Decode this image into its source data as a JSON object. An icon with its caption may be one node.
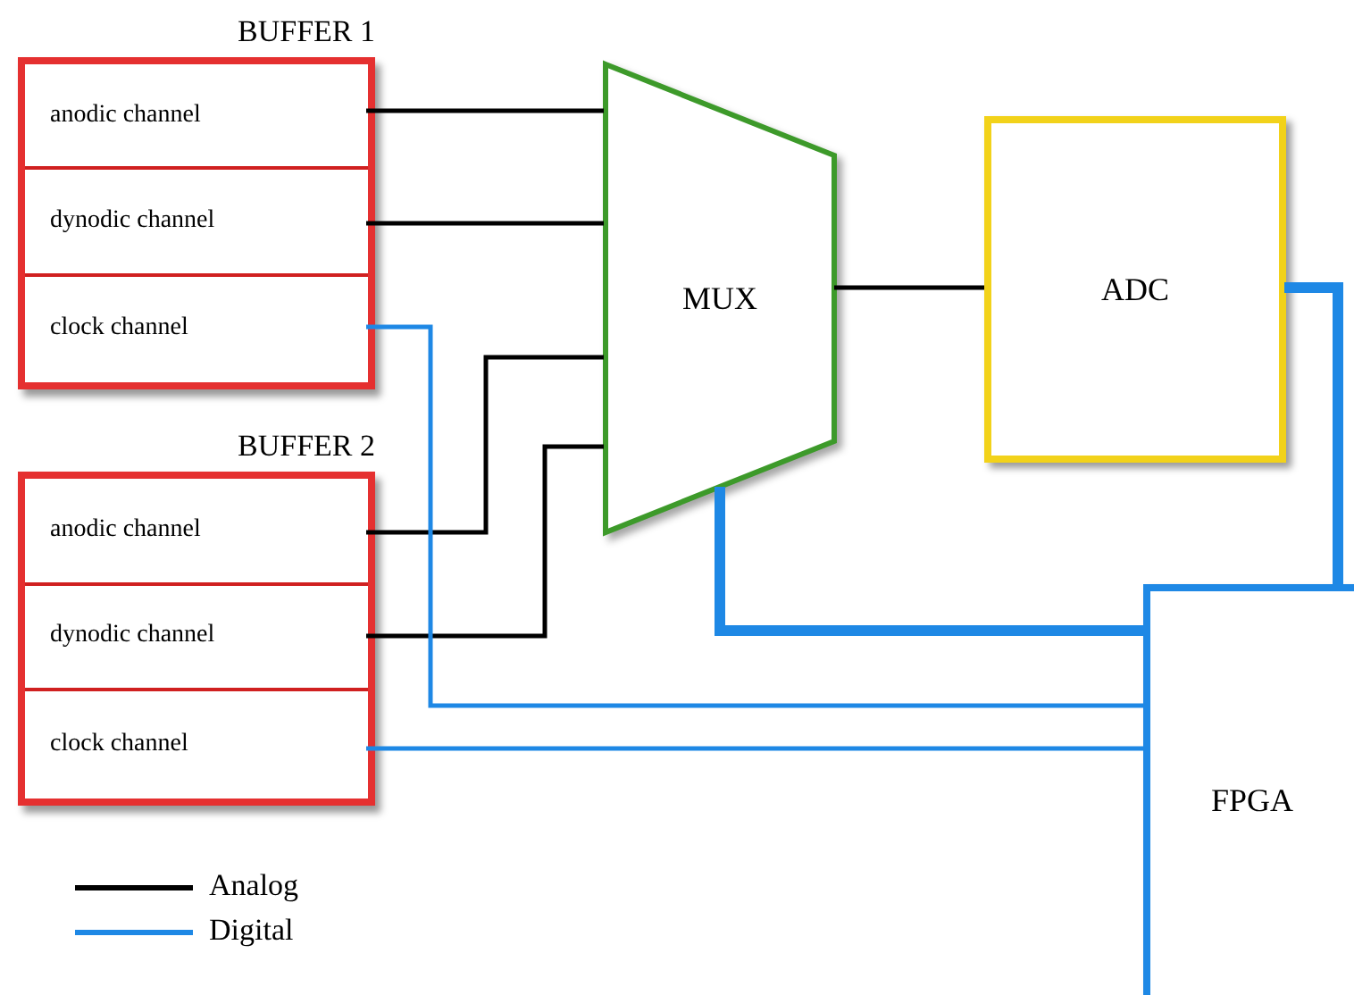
{
  "diagram": {
    "nodes": [
      {
        "text": [
          "BUFFER 1"
        ]
      },
      {
        "text": [
          "anodic channel"
        ],
        "in": 0
      },
      {
        "text": [
          "dynodic channel"
        ],
        "in": 0
      },
      {
        "text": [
          "clock channel"
        ],
        "in": 0
      },
      {
        "text": [
          "BUFFER 2"
        ]
      },
      {
        "text": [
          "anodic channel"
        ],
        "in": 4
      },
      {
        "text": [
          "dynodic channel"
        ],
        "in": 4
      },
      {
        "text": [
          "clock channel"
        ],
        "in": 4
      },
      {
        "text": [
          "MUX"
        ]
      },
      {
        "text": [
          "ADC"
        ]
      },
      {
        "text": [
          "FPGA"
        ]
      }
    ],
    "edges": [
      {
        "from": 1,
        "to": 8,
        "arrow": "none"
      },
      {
        "from": 2,
        "to": 8,
        "arrow": "none"
      },
      {
        "from": 5,
        "to": 8,
        "arrow": "none"
      },
      {
        "from": 6,
        "to": 8,
        "arrow": "none"
      },
      {
        "from": 8,
        "to": 9,
        "arrow": "none"
      },
      {
        "from": 3,
        "to": 10,
        "arrow": "none",
        "color": "#1e88e5"
      },
      {
        "from": 7,
        "to": 10,
        "arrow": "none",
        "color": "#1e88e5"
      },
      {
        "from": 8,
        "to": 10,
        "arrow": "none",
        "style": "thick",
        "color": "#1e88e5"
      },
      {
        "from": 9,
        "to": 10,
        "arrow": "none",
        "style": "thick",
        "color": "#1e88e5"
      }
    ],
    "legend": [
      {
        "text": "Analog"
      },
      {
        "text": "Digital"
      }
    ]
  }
}
